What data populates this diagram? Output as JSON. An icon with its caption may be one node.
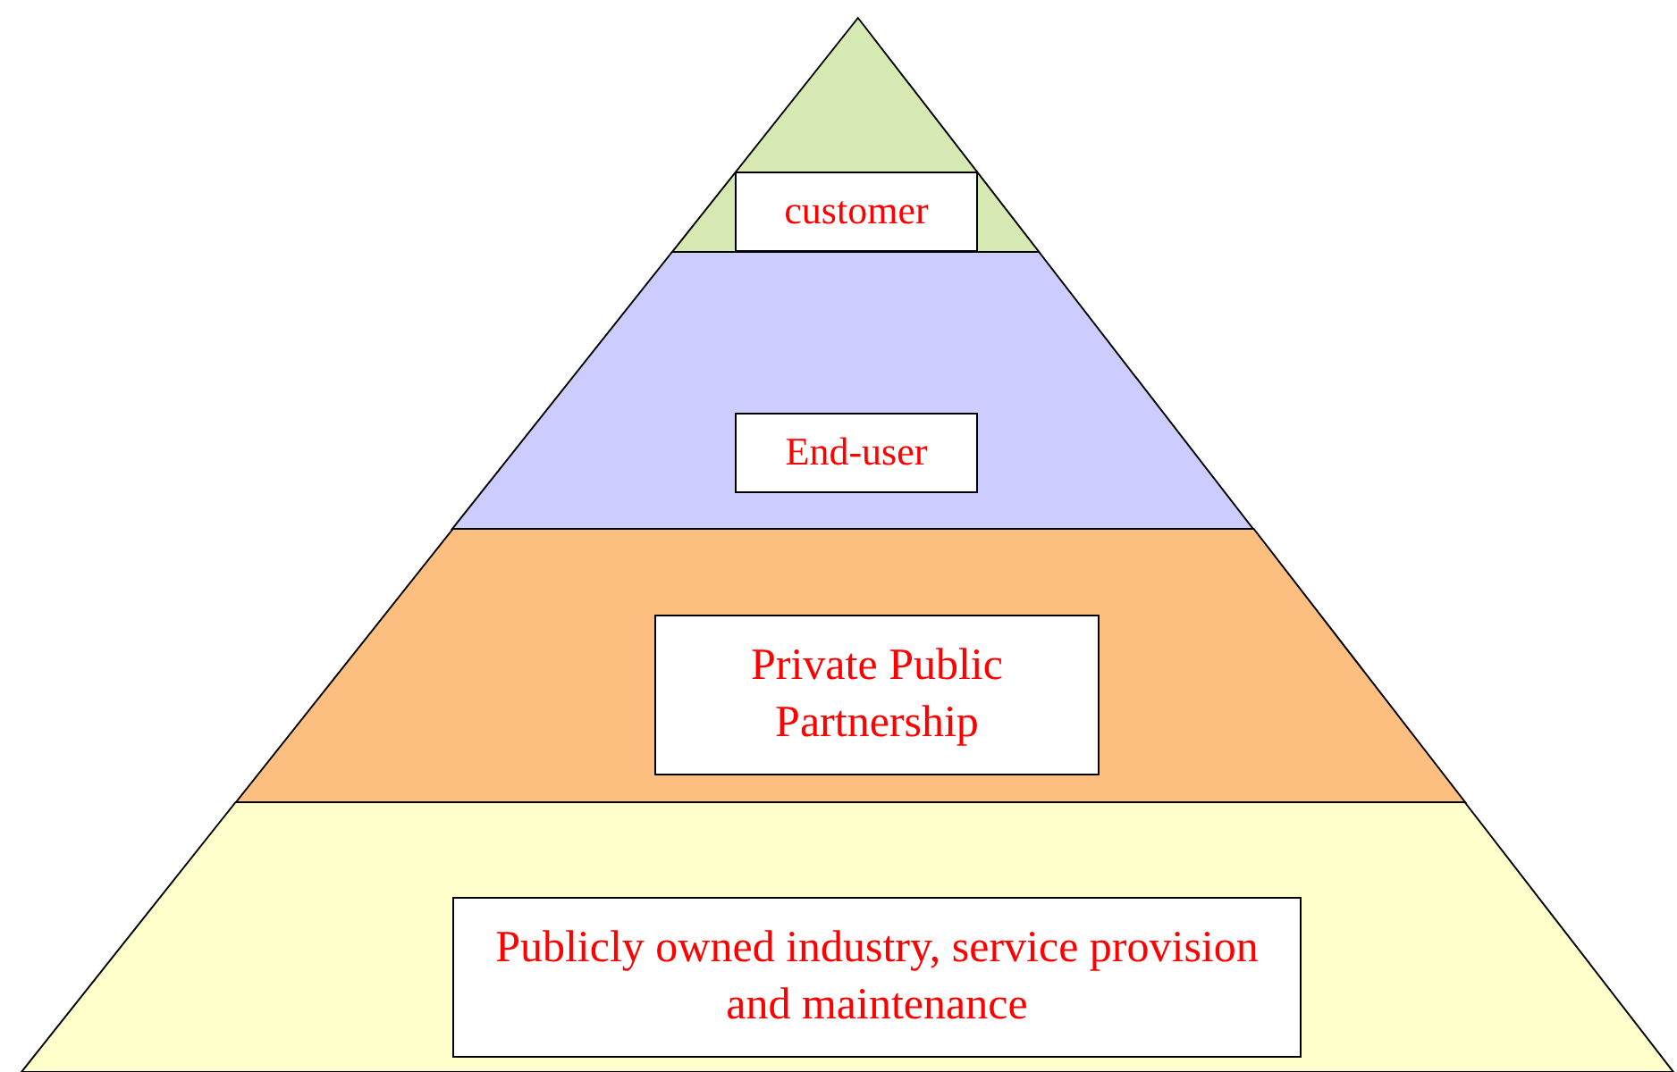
{
  "diagram": {
    "nodes": [
      {
        "text": [],
        "shape": "triangle"
      },
      {
        "text": [
          "customer"
        ],
        "in": 0
      },
      {
        "text": [],
        "shape": "trapezoid"
      },
      {
        "text": [
          "End-user"
        ],
        "in": 2
      },
      {
        "text": [],
        "shape": "trapezoid"
      },
      {
        "text": [
          "Private Public Partnership"
        ],
        "in": 4
      },
      {
        "text": [],
        "shape": "trapezoid"
      },
      {
        "text": [
          "Publicly owned industry, service provision and maintenance"
        ],
        "in": 6
      }
    ]
  }
}
